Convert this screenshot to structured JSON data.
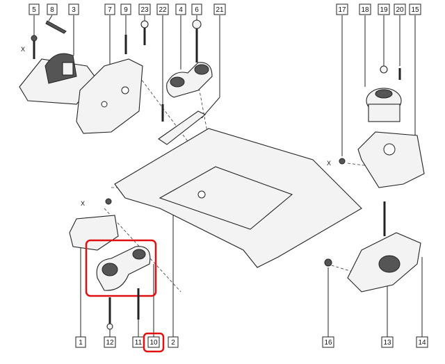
{
  "diagram": {
    "top_labels": [
      "5",
      "8",
      "3",
      "7",
      "9",
      "23",
      "22",
      "4",
      "6",
      "21",
      "17",
      "18",
      "19",
      "20",
      "15"
    ],
    "bottom_labels": [
      "1",
      "12",
      "11",
      "10",
      "2",
      "16",
      "13",
      "14"
    ],
    "highlighted_label": "10",
    "axis_marker": "X",
    "highlight_color": "#e01010"
  }
}
